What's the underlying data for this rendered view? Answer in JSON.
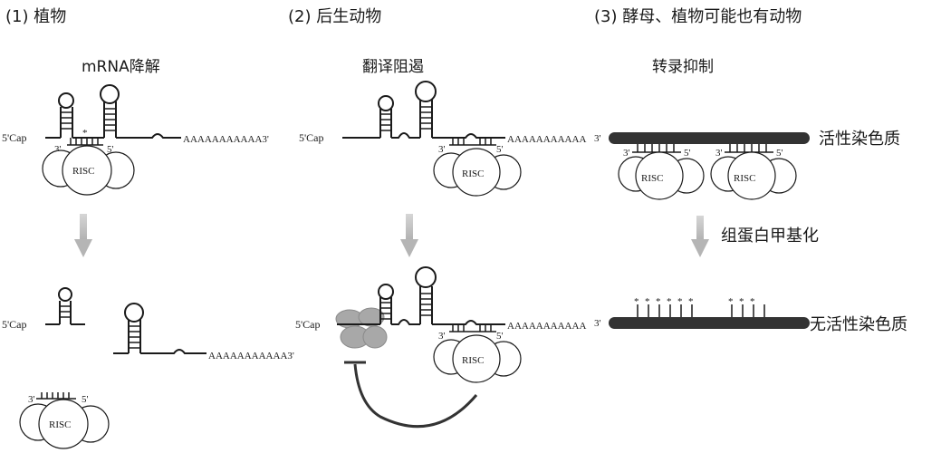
{
  "panels": [
    {
      "heading": "(1) 植物",
      "process": "mRNA降解",
      "cap_label": "5'Cap",
      "polyA": "AAAAAAAAAAA3'",
      "complex": "RISC",
      "end3": "3'",
      "end5": "5'"
    },
    {
      "heading": "(2) 后生动物",
      "process": "翻译阻遏",
      "cap_label": "5'Cap",
      "polyA": "AAAAAAAAAAA",
      "complex": "RISC",
      "end3": "3'",
      "end5": "5'"
    },
    {
      "heading": "(3) 酵母、植物可能也有动物",
      "process": "转录抑制",
      "chromatin_active": "活性染色质",
      "modification": "组蛋白甲基化",
      "chromatin_inactive": "无活性染色质",
      "complex": "RISC",
      "end3": "3'",
      "end5": "5'"
    }
  ],
  "colors": {
    "ink": "#1a1a1a",
    "arrow": "#bdbdbd",
    "ribosome": "#a8a8a8",
    "chromatin": "#333333"
  }
}
